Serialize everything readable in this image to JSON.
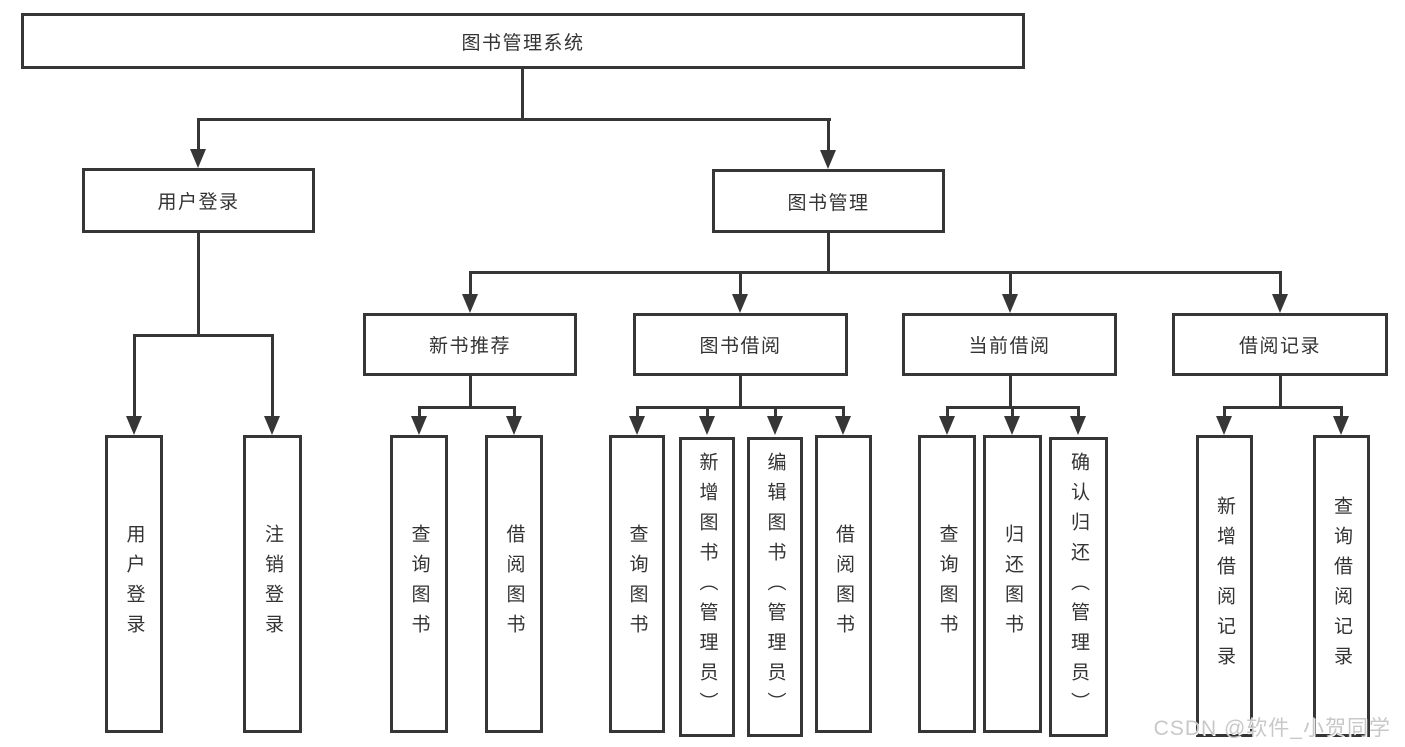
{
  "diagram": {
    "root": {
      "label": "图书管理系统"
    },
    "branches": [
      {
        "label": "用户登录",
        "children": [
          {
            "label": "用户登录"
          },
          {
            "label": "注销登录"
          }
        ]
      },
      {
        "label": "图书管理",
        "children": [
          {
            "label": "新书推荐",
            "children": [
              {
                "label": "查询图书"
              },
              {
                "label": "借阅图书"
              }
            ]
          },
          {
            "label": "图书借阅",
            "children": [
              {
                "label": "查询图书"
              },
              {
                "label": "新增图书（管理员）"
              },
              {
                "label": "编辑图书（管理员）"
              },
              {
                "label": "借阅图书"
              }
            ]
          },
          {
            "label": "当前借阅",
            "children": [
              {
                "label": "查询图书"
              },
              {
                "label": "归还图书"
              },
              {
                "label": "确认归还（管理员）"
              }
            ]
          },
          {
            "label": "借阅记录",
            "children": [
              {
                "label": "新增借阅记录"
              },
              {
                "label": "查询借阅记录"
              }
            ]
          }
        ]
      }
    ]
  },
  "watermark": {
    "text": "CSDN @软件_小贺同学"
  },
  "colors": {
    "line": "#363636",
    "background": "#ffffff",
    "watermark": "#c8c8c8"
  }
}
